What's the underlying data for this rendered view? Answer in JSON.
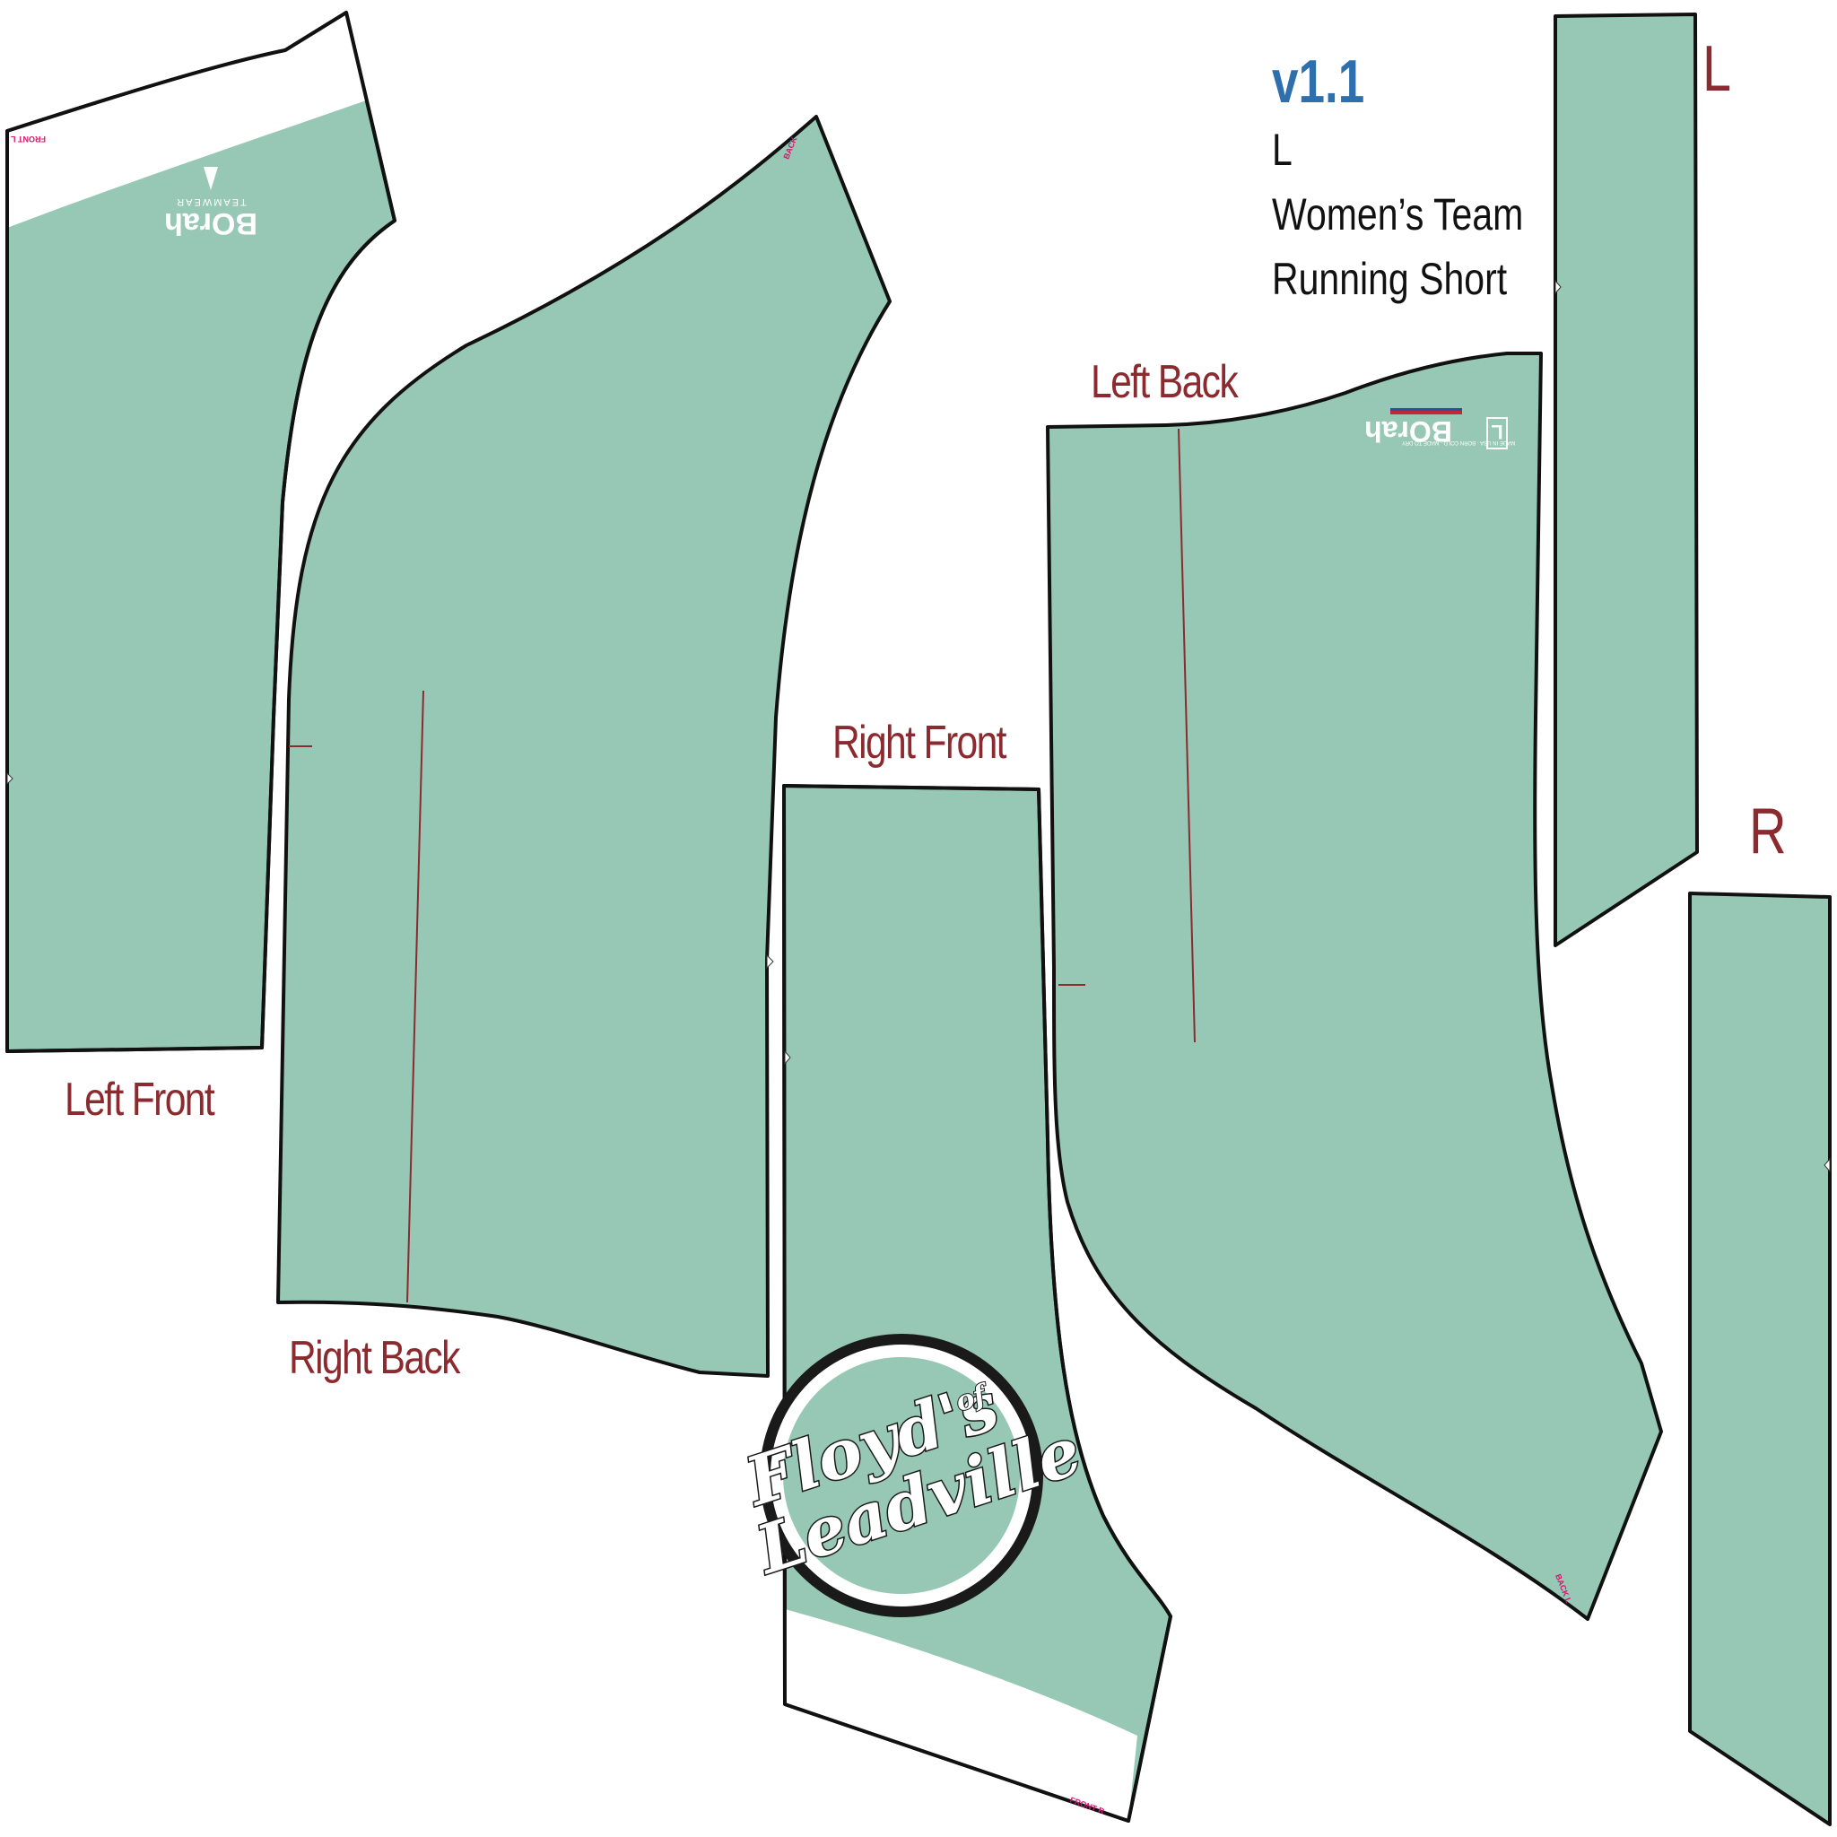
{
  "header": {
    "version": "v1.1",
    "size": "L",
    "product_line1": "Women’s Team",
    "product_line2": "Running Short"
  },
  "pieces": {
    "left_front": "Left Front",
    "right_back": "Right Back",
    "right_front": "Right Front",
    "left_back": "Left Back"
  },
  "side_letters": {
    "left": "L",
    "right": "R"
  },
  "brand": {
    "name": "BOrah",
    "sub": "TEAMWEAR",
    "made_in": "MADE IN USA · BORN COLD · MADE TO DRY",
    "size_badge": "L"
  },
  "sponsor": {
    "line1": "Floyd's",
    "of": "of",
    "line2": "Leadville"
  },
  "tags": {
    "left_front": "FRONT L",
    "right_back": "BACK",
    "right_front": "FRONT R",
    "left_back": "BACK L"
  },
  "colors": {
    "fabric": "#97c8b6",
    "label": "#8b2a2f",
    "version": "#2e6fad",
    "tag": "#d4146b"
  }
}
